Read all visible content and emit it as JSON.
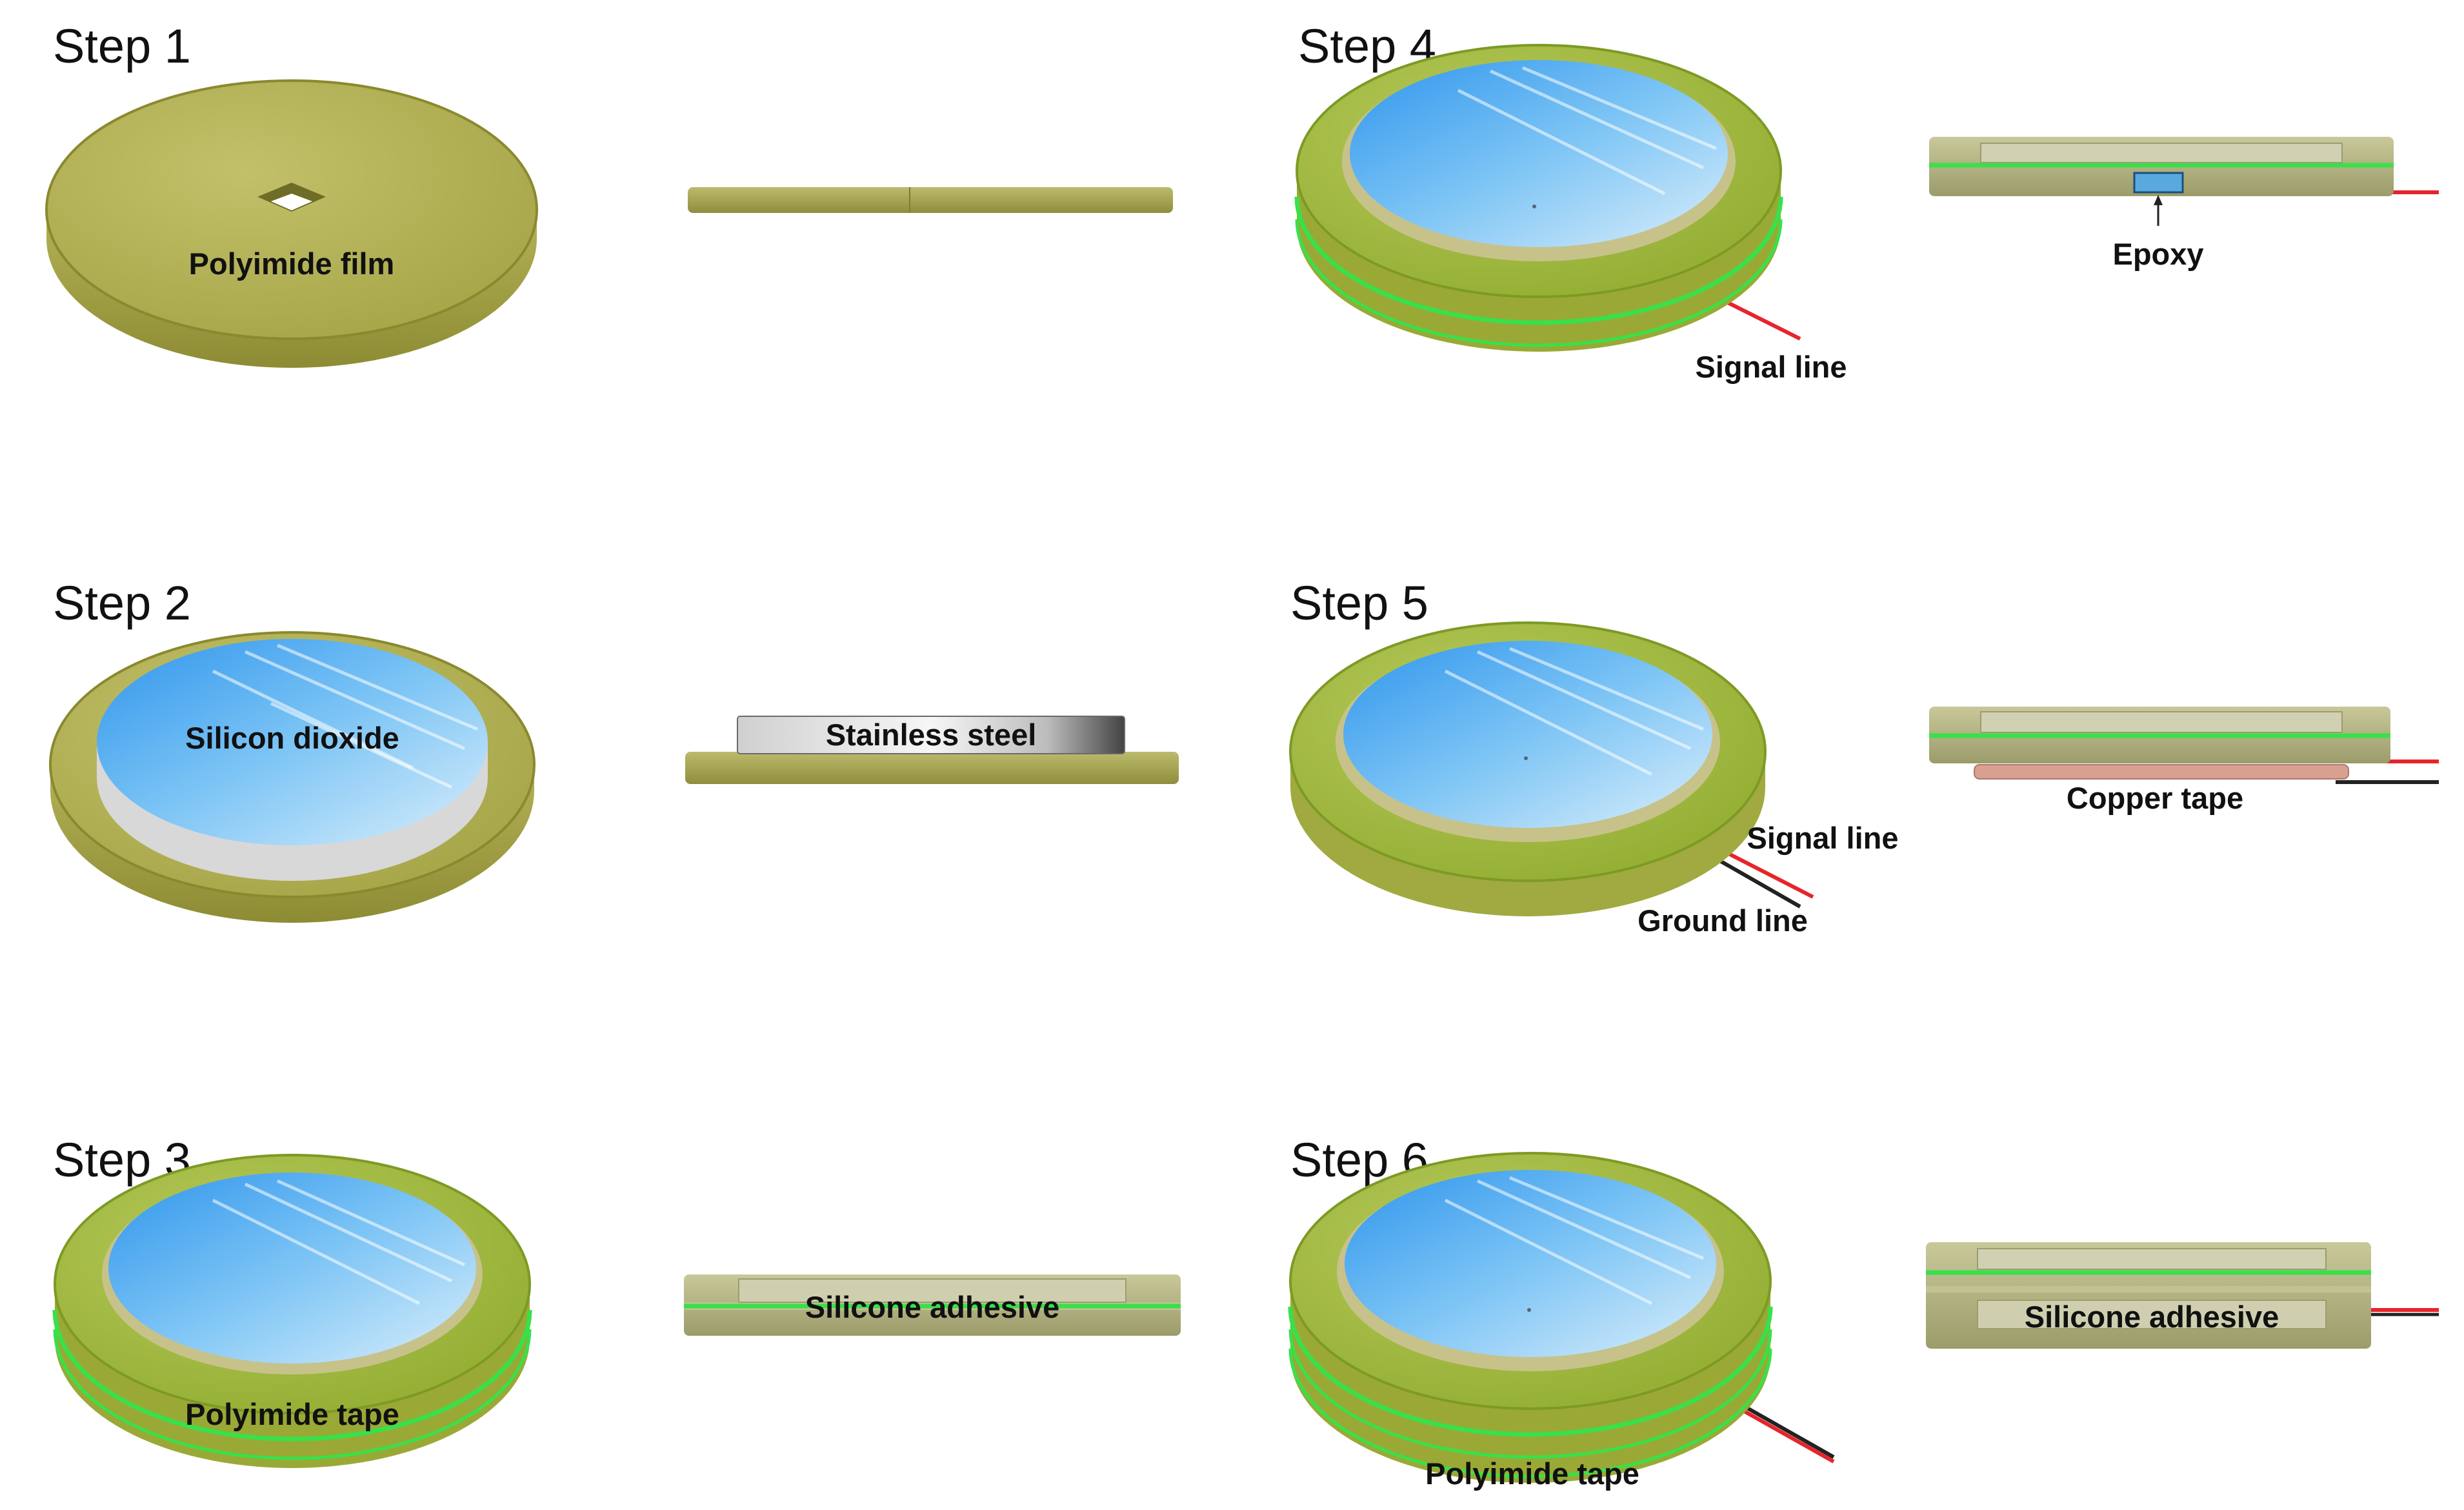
{
  "steps": [
    {
      "title": "Step 1",
      "labels": {
        "film": "Polyimide film"
      }
    },
    {
      "title": "Step 2",
      "labels": {
        "disc": "Silicon dioxide",
        "side": "Stainless steel"
      }
    },
    {
      "title": "Step 3",
      "labels": {
        "tape": "Polyimide tape",
        "side": "Silicone adhesive"
      }
    },
    {
      "title": "Step 4",
      "labels": {
        "signal": "Signal line",
        "epoxy": "Epoxy"
      }
    },
    {
      "title": "Step 5",
      "labels": {
        "signal": "Signal line",
        "ground": "Ground line",
        "copper": "Copper tape"
      }
    },
    {
      "title": "Step 6",
      "labels": {
        "tape": "Polyimide tape",
        "side": "Silicone adhesive"
      }
    }
  ],
  "colors": {
    "polyimide": "#a7a64a",
    "polyimide_dark": "#87862e",
    "glass": "#4aa6ee",
    "adhesive_line": "#39e04a",
    "signal_wire": "#e8242b",
    "ground_wire": "#222222",
    "copper": "#d8a090"
  }
}
